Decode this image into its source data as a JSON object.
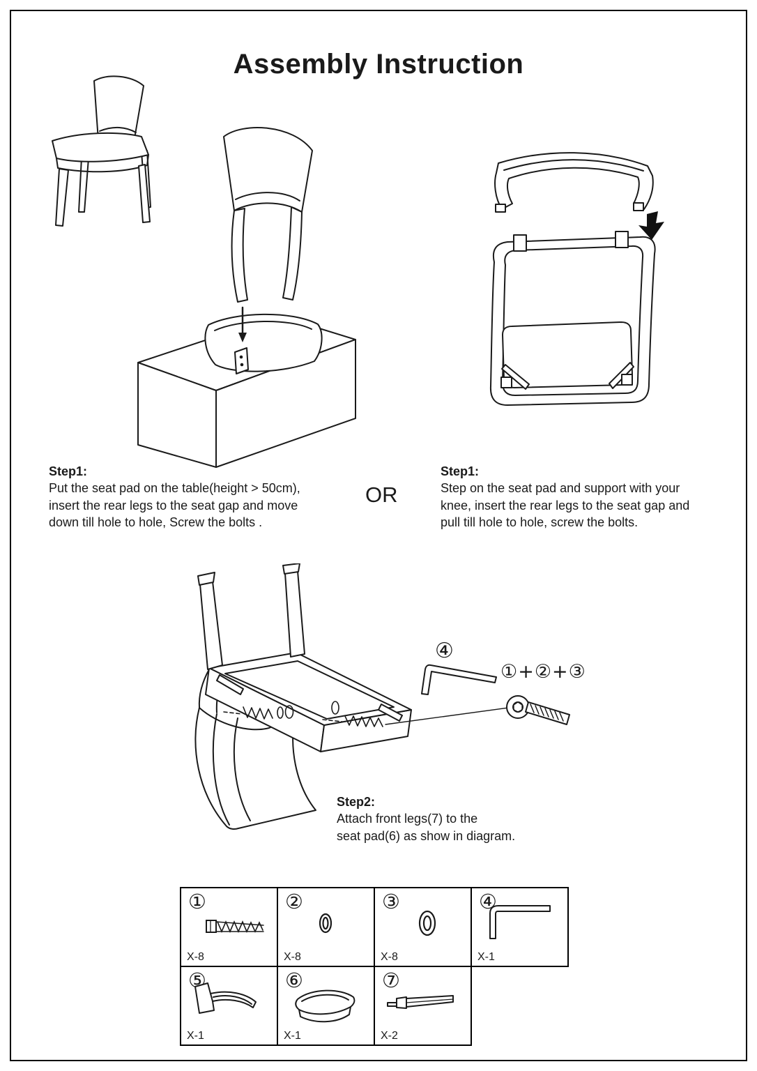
{
  "page": {
    "title": "Assembly Instruction"
  },
  "steps": {
    "or_label": "OR",
    "step1_left": {
      "heading": "Step1:",
      "lines": [
        "Put the seat pad on the table(height > 50cm),",
        "insert the rear legs to the seat gap and move",
        "down till hole to hole, Screw the bolts ."
      ]
    },
    "step1_right": {
      "heading": "Step1:",
      "lines": [
        "Step on the seat pad and support with your",
        "knee, insert the rear legs to the seat gap and",
        "pull till hole to hole, screw the bolts."
      ]
    },
    "step2": {
      "heading": "Step2:",
      "lines": [
        "Attach front legs(7) to the",
        "seat pad(6) as show in diagram."
      ]
    }
  },
  "callouts": {
    "allen_key": "④",
    "bolt_assembly": "①+②+③"
  },
  "parts": {
    "row1": [
      {
        "num": "①",
        "qty": "X-8",
        "name": "bolt"
      },
      {
        "num": "②",
        "qty": "X-8",
        "name": "spring-washer"
      },
      {
        "num": "③",
        "qty": "X-8",
        "name": "flat-washer"
      },
      {
        "num": "④",
        "qty": "X-1",
        "name": "allen-key"
      }
    ],
    "row2": [
      {
        "num": "⑤",
        "qty": "X-1",
        "name": "backrest"
      },
      {
        "num": "⑥",
        "qty": "X-1",
        "name": "seat-pad"
      },
      {
        "num": "⑦",
        "qty": "X-2",
        "name": "front-leg"
      }
    ]
  }
}
